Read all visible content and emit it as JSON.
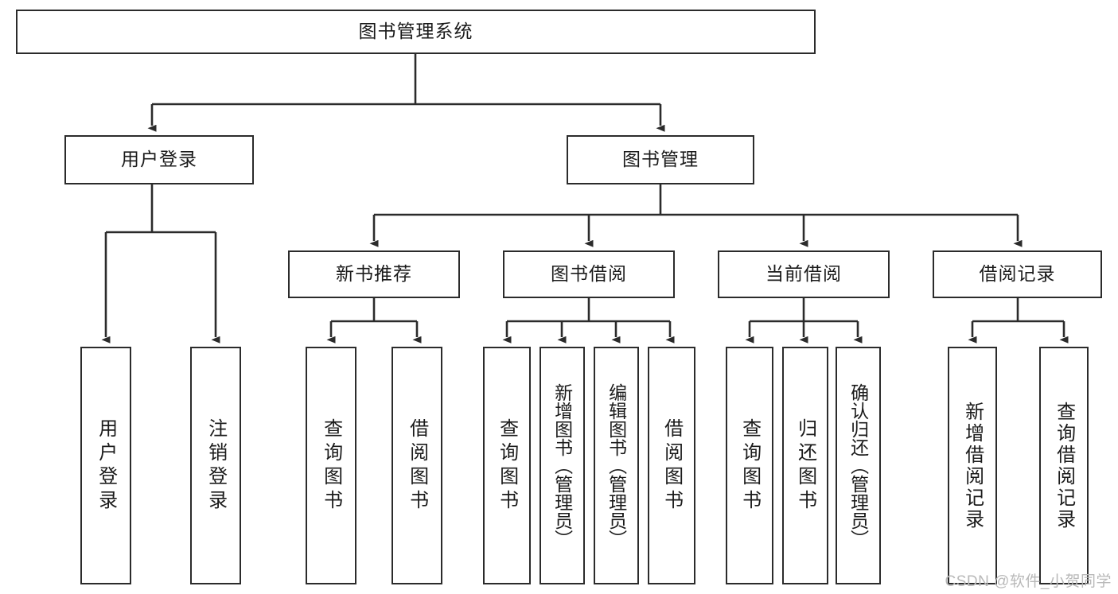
{
  "diagram": {
    "title": "图书管理系统",
    "watermark": "CSDN @软件_小贺同学",
    "root": {
      "label": "图书管理系统"
    },
    "level2": [
      {
        "label": "用户登录"
      },
      {
        "label": "图书管理"
      }
    ],
    "level3": [
      {
        "label": "新书推荐"
      },
      {
        "label": "图书借阅"
      },
      {
        "label": "当前借阅"
      },
      {
        "label": "借阅记录"
      }
    ],
    "leaves": {
      "user_login": [
        {
          "label": "用户登录"
        },
        {
          "label": "注销登录"
        }
      ],
      "new_book_recommend": [
        {
          "label": "查询图书"
        },
        {
          "label": "借阅图书"
        }
      ],
      "book_borrow": [
        {
          "label": "查询图书"
        },
        {
          "label": "新增图书（管理员）"
        },
        {
          "label": "编辑图书（管理员）"
        },
        {
          "label": "借阅图书"
        }
      ],
      "current_borrow": [
        {
          "label": "查询图书"
        },
        {
          "label": "归还图书"
        },
        {
          "label": "确认归还（管理员）"
        }
      ],
      "borrow_records": [
        {
          "label": "新增借阅记录"
        },
        {
          "label": "查询借阅记录"
        }
      ]
    },
    "colors": {
      "stroke": "#2b2b2b",
      "fill": "#ffffff",
      "text": "#1b1b1b",
      "watermark": "#b9b9b9"
    }
  }
}
